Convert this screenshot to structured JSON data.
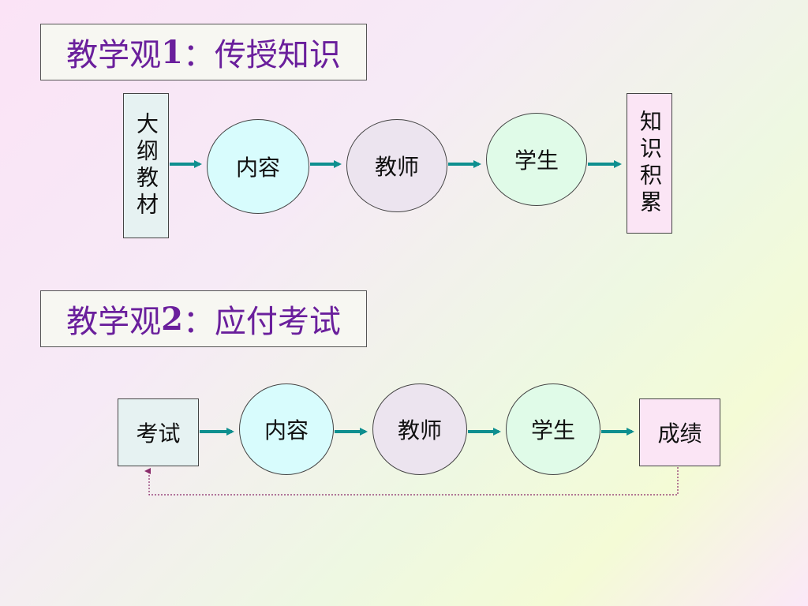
{
  "section1": {
    "title_prefix": "教学观",
    "title_num": "1",
    "title_suffix": "：传授知识",
    "start": "大纲教材",
    "nodes": [
      "内容",
      "教师",
      "学生"
    ],
    "end": "知识积累"
  },
  "section2": {
    "title_prefix": "教学观",
    "title_num": "2",
    "title_suffix": "：应付考试",
    "start": "考试",
    "nodes": [
      "内容",
      "教师",
      "学生"
    ],
    "end": "成绩"
  },
  "colors": {
    "title_text": "#6a1f9c",
    "arrow": "#0e8f8f",
    "feedback": "#8a2a6a",
    "blue_fill": "#e6f2f2",
    "pink_fill": "#fbe5f5",
    "circle_cyan": "#d8fcfd",
    "circle_lilac": "#ece4ef",
    "circle_green": "#e0fbe8"
  }
}
